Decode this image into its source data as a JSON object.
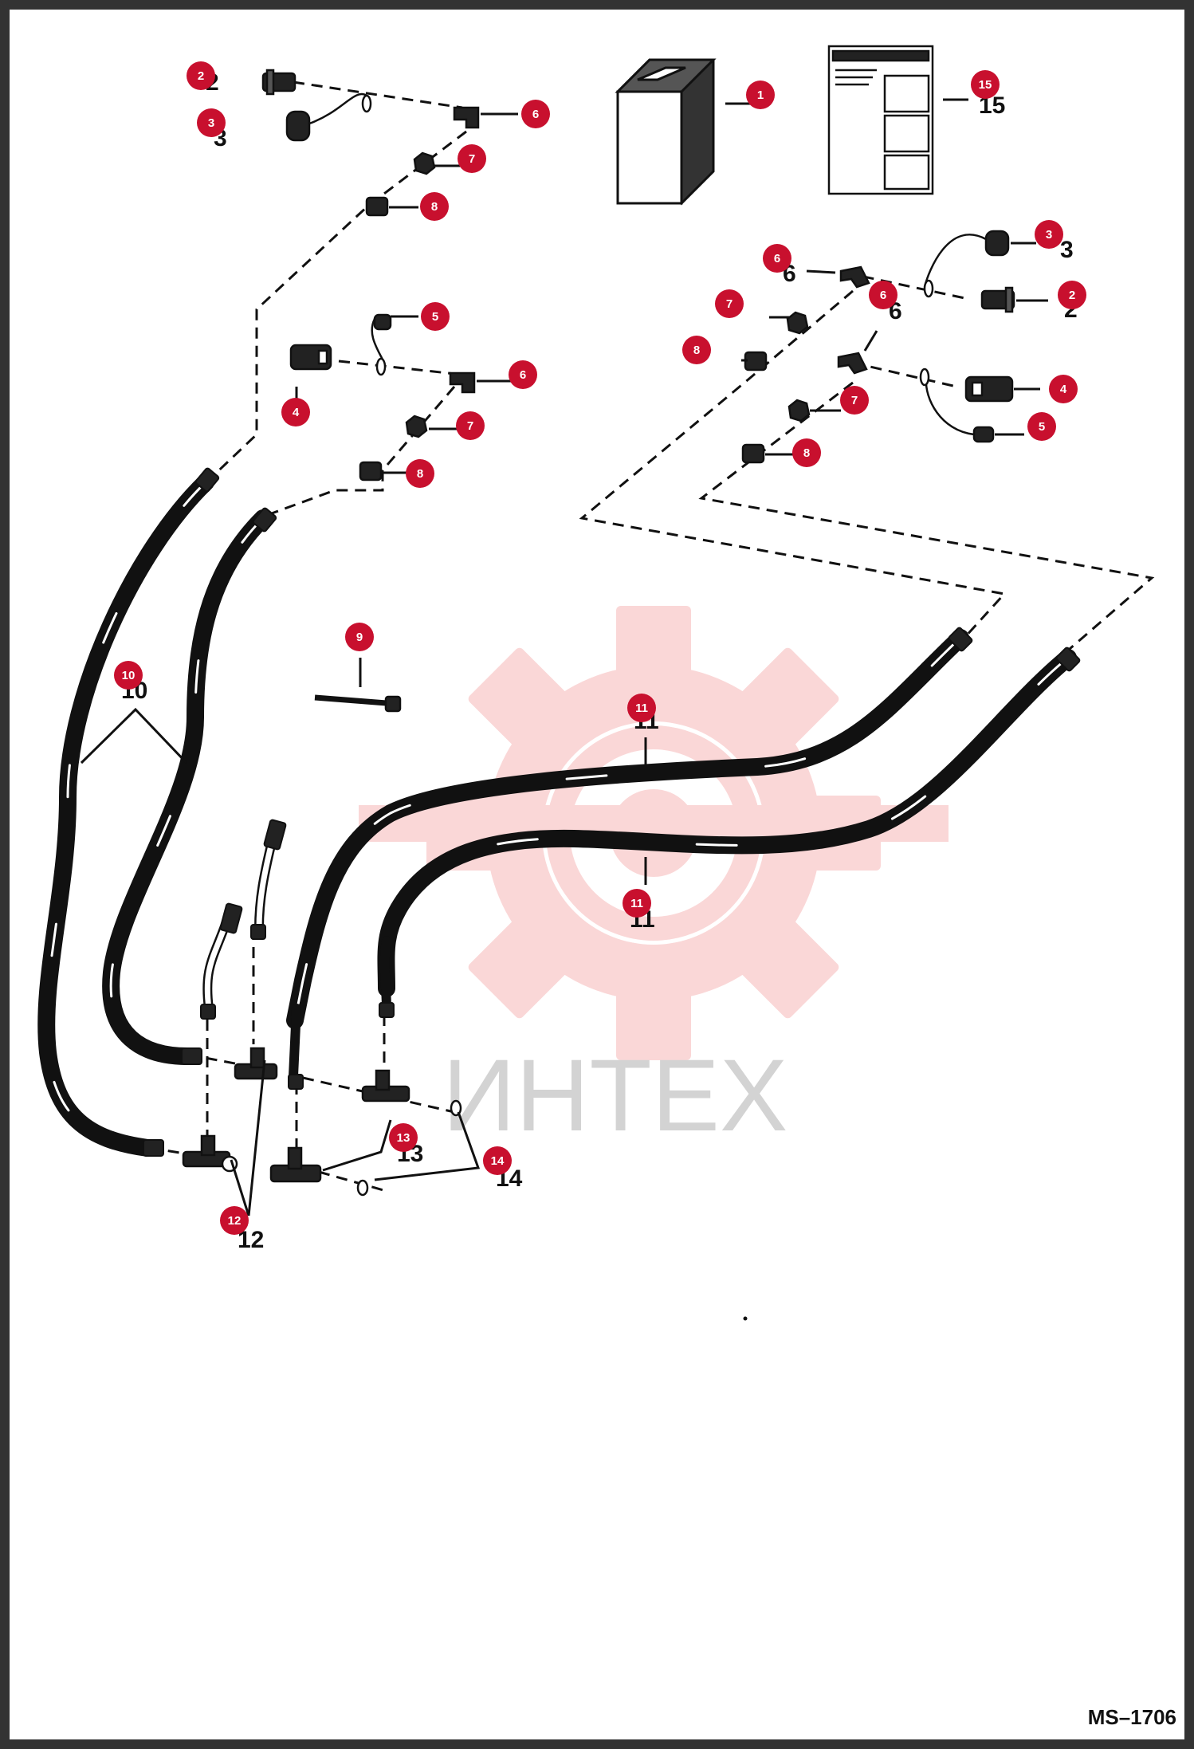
{
  "diagram": {
    "drawing_code": "MS–1706",
    "watermark": "ИНТЕХ",
    "colors": {
      "callout_fill": "#c8102e",
      "watermark": "#f6c8c8",
      "line_art": "#111111"
    },
    "callouts": [
      {
        "id": "c1",
        "label": "1"
      },
      {
        "id": "c2a",
        "label": "2"
      },
      {
        "id": "c2b",
        "label": "2"
      },
      {
        "id": "c3a",
        "label": "3"
      },
      {
        "id": "c3b",
        "label": "3"
      },
      {
        "id": "c4a",
        "label": "4"
      },
      {
        "id": "c4b",
        "label": "4"
      },
      {
        "id": "c5a",
        "label": "5"
      },
      {
        "id": "c5b",
        "label": "5"
      },
      {
        "id": "c6a",
        "label": "6"
      },
      {
        "id": "c6b",
        "label": "6"
      },
      {
        "id": "c6c",
        "label": "6"
      },
      {
        "id": "c6d",
        "label": "6"
      },
      {
        "id": "c7a",
        "label": "7"
      },
      {
        "id": "c7b",
        "label": "7"
      },
      {
        "id": "c7c",
        "label": "7"
      },
      {
        "id": "c7d",
        "label": "7"
      },
      {
        "id": "c8a",
        "label": "8"
      },
      {
        "id": "c8b",
        "label": "8"
      },
      {
        "id": "c8c",
        "label": "8"
      },
      {
        "id": "c8d",
        "label": "8"
      },
      {
        "id": "c9",
        "label": "9"
      },
      {
        "id": "c10",
        "label": "10"
      },
      {
        "id": "c11a",
        "label": "11"
      },
      {
        "id": "c11b",
        "label": "11"
      },
      {
        "id": "c12",
        "label": "12"
      },
      {
        "id": "c13",
        "label": "13"
      },
      {
        "id": "c14",
        "label": "14"
      },
      {
        "id": "c15",
        "label": "15"
      }
    ],
    "printed_numbers": [
      {
        "id": "n2a",
        "label": "2"
      },
      {
        "id": "n3a",
        "label": "3"
      },
      {
        "id": "n15",
        "label": "15"
      },
      {
        "id": "n3b",
        "label": "3"
      },
      {
        "id": "n6c",
        "label": "6"
      },
      {
        "id": "n6d",
        "label": "6"
      },
      {
        "id": "n2b",
        "label": "2"
      },
      {
        "id": "n10",
        "label": "10"
      },
      {
        "id": "n11a",
        "label": "11"
      },
      {
        "id": "n11b",
        "label": "11"
      },
      {
        "id": "n12",
        "label": "12"
      },
      {
        "id": "n13",
        "label": "13"
      },
      {
        "id": "n14",
        "label": "14"
      }
    ]
  }
}
